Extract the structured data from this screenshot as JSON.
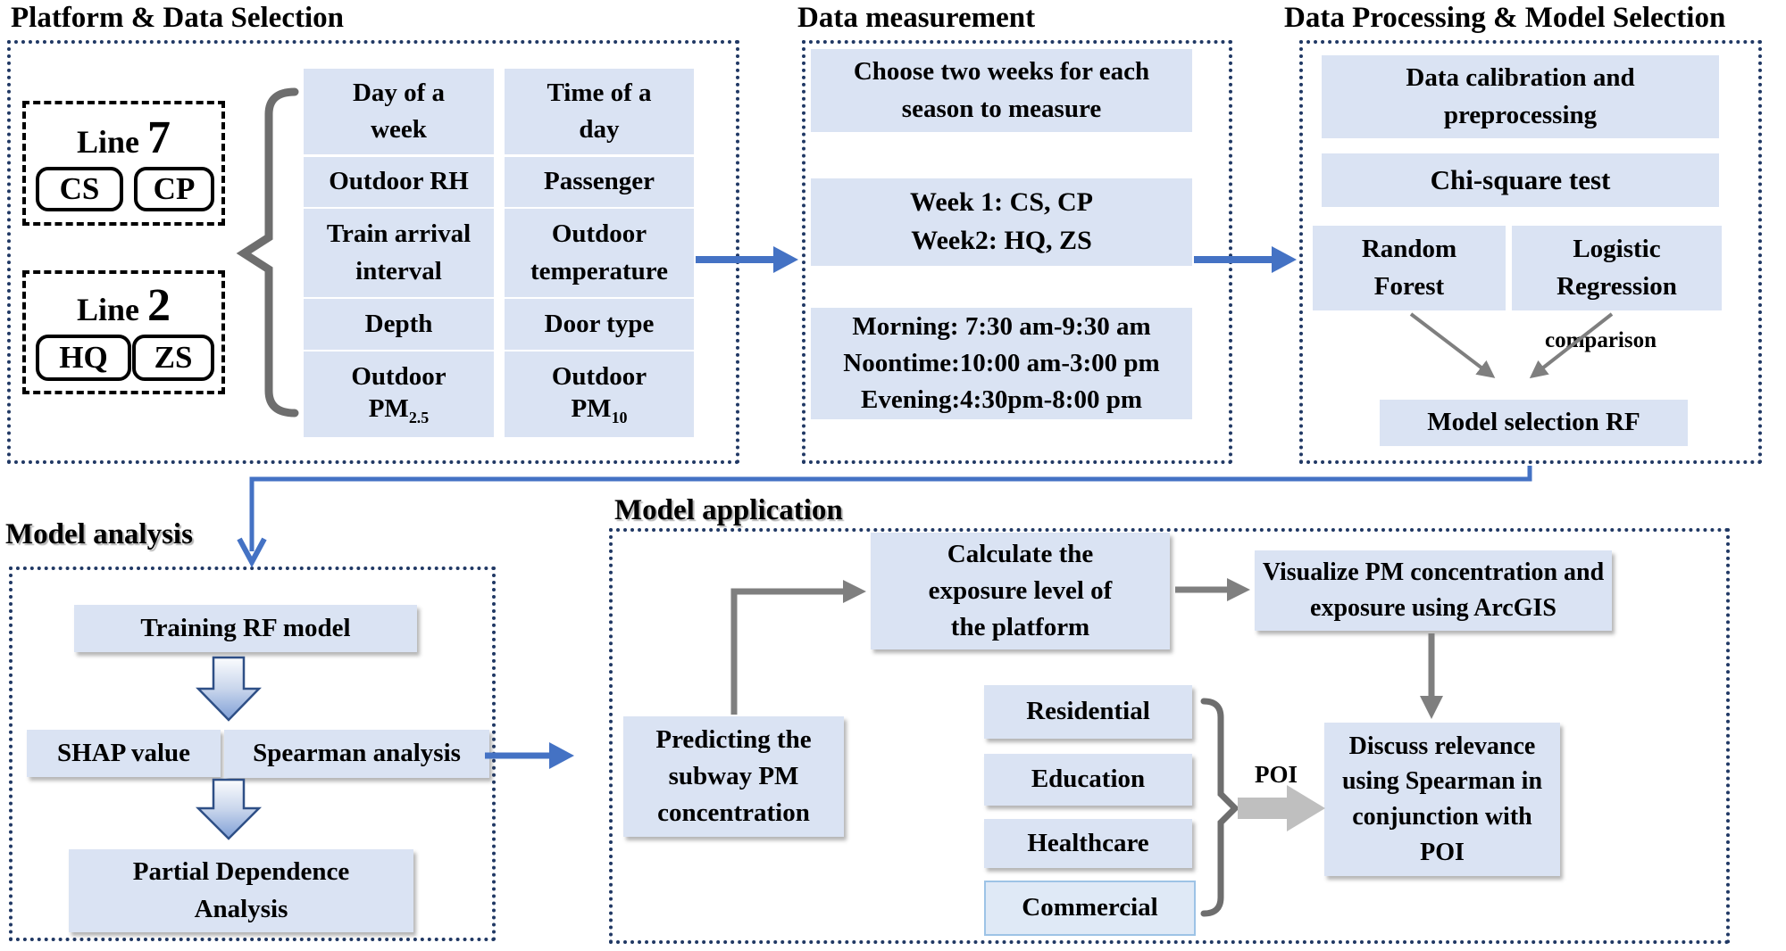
{
  "colors": {
    "box_fill": "#dae3f3",
    "panel_border": "#203864",
    "blue_arrow": "#4472c4",
    "gray_arrow": "#7f7f7f",
    "block_arrow_gray": "#bfbfbf",
    "text": "#000000"
  },
  "sections": {
    "platform": {
      "title": "Platform & Data Selection",
      "line7": {
        "label_main": "Line",
        "label_num": "7",
        "stations": [
          "CS",
          "CP"
        ]
      },
      "line2": {
        "label_main": "Line",
        "label_num": "2",
        "stations": [
          "HQ",
          "ZS"
        ]
      },
      "variables_col_a": [
        "Day of a\nweek",
        "Outdoor RH",
        "Train arrival\ninterval",
        "Depth"
      ],
      "pm25": {
        "line1": "Outdoor",
        "main": "PM",
        "sub": "2.5"
      },
      "variables_col_b": [
        "Time of a\nday",
        "Passenger",
        "Outdoor\ntemperature",
        "Door type"
      ],
      "pm10": {
        "line1": "Outdoor",
        "main": "PM",
        "sub": "10"
      }
    },
    "measurement": {
      "title": "Data measurement",
      "choose_box": "Choose two weeks for each\nseason to measure",
      "weeks_box": "Week 1: CS, CP\nWeek2: HQ, ZS",
      "times_box": "Morning: 7:30 am-9:30 am\nNoontime:10:00 am-3:00 pm\nEvening:4:30pm-8:00 pm"
    },
    "processing": {
      "title": "Data Processing & Model Selection",
      "calibration": "Data calibration and\npreprocessing",
      "chi_square": "Chi-square test",
      "random_forest": "Random\nForest",
      "logistic_regression": "Logistic\nRegression",
      "comparison_label": "comparison",
      "model_selection": "Model selection RF"
    },
    "analysis": {
      "title": "Model analysis",
      "training": "Training RF model",
      "shap": "SHAP value",
      "spearman": "Spearman analysis",
      "partial": "Partial Dependence\nAnalysis"
    },
    "application": {
      "title": "Model application",
      "predicting": "Predicting the\nsubway PM\nconcentration",
      "calculate": "Calculate the\nexposure level of\nthe platform",
      "visualize": "Visualize PM concentration and\nexposure using ArcGIS",
      "categories": [
        "Residential",
        "Education",
        "Healthcare",
        "Commercial"
      ],
      "poi_label": "POI",
      "discuss": "Discuss relevance\nusing Spearman in\nconjunction with\nPOI"
    }
  }
}
